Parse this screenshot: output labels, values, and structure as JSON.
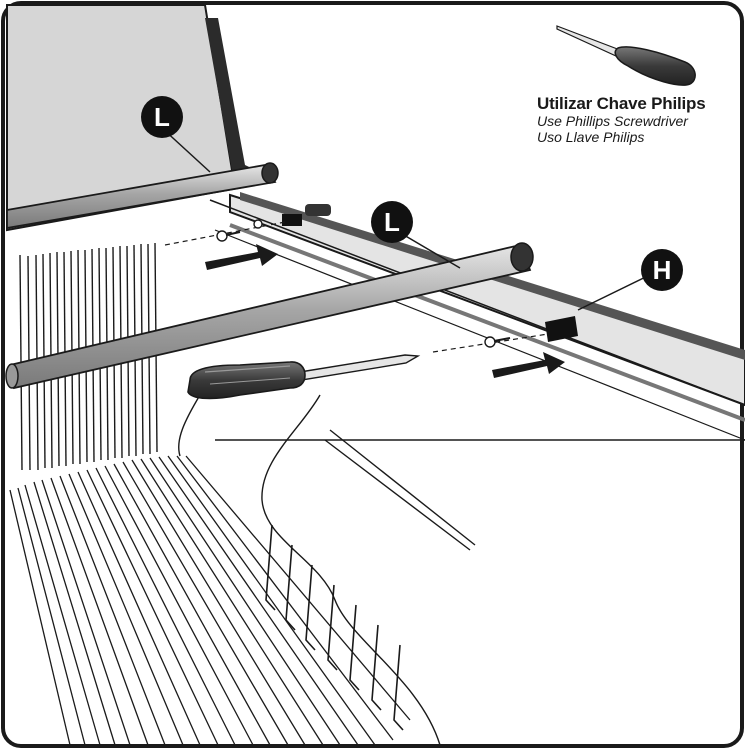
{
  "instruction": {
    "line1": "Utilizar Chave Philips",
    "line2": "Use Phillips Screwdriver",
    "line3": "Uso Llave Philips"
  },
  "callouts": {
    "rail_upper": "L",
    "rail_lower": "L",
    "clip": "H"
  },
  "colors": {
    "outline": "#1a1a1a",
    "cab_fill": "#d9d9d9",
    "rail_fill": "#b3b3b3",
    "handle_fill": "#4d4d4d",
    "callout_fill": "#111111"
  }
}
